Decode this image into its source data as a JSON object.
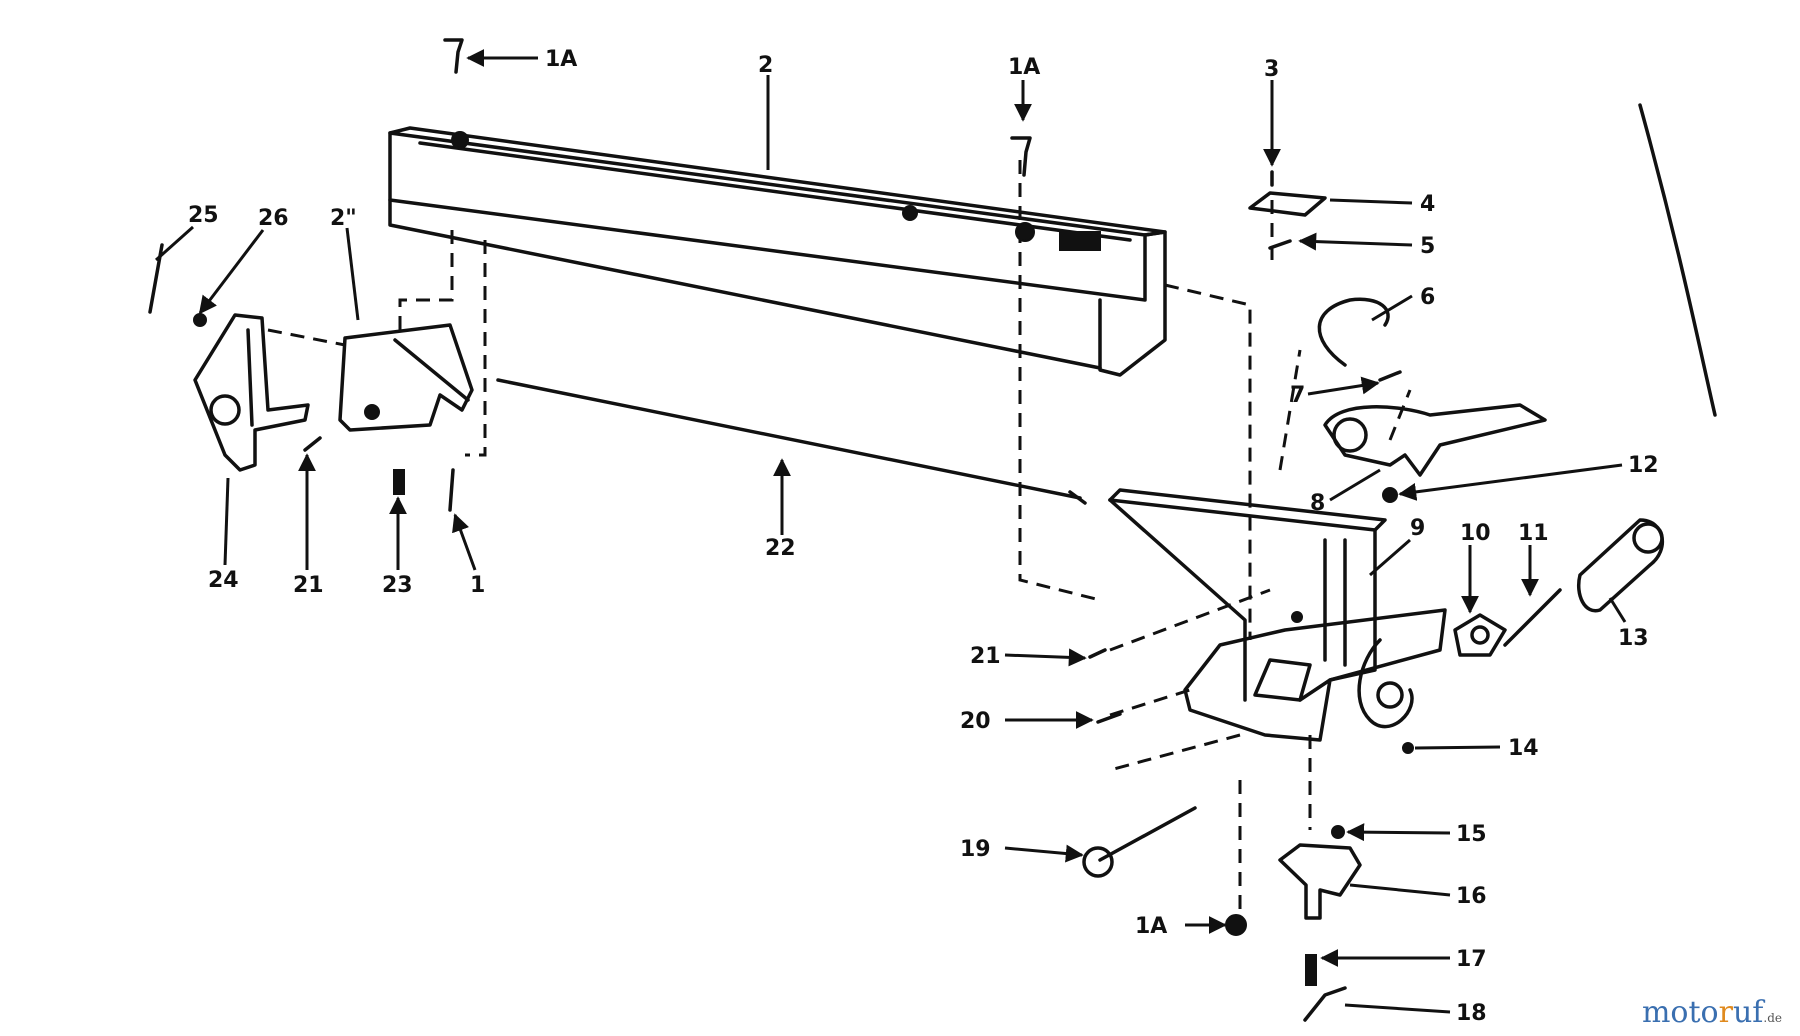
{
  "labels": {
    "l1A_top": "1A",
    "l1A_mid": "1A",
    "l1A_bottom": "1A",
    "l1": "1",
    "l2": "2",
    "l2b": "2\"",
    "l3": "3",
    "l4": "4",
    "l5": "5",
    "l6": "6",
    "l7": "7",
    "l8": "8",
    "l9": "9",
    "l10": "10",
    "l11": "11",
    "l12": "12",
    "l13": "13",
    "l14": "14",
    "l15": "15",
    "l16": "16",
    "l17": "17",
    "l18": "18",
    "l19": "19",
    "l20": "20",
    "l21a": "21",
    "l21b": "21",
    "l22": "22",
    "l23": "23",
    "l24": "24",
    "l25": "25",
    "l26": "26"
  },
  "brand": {
    "part1": "moto",
    "part2": "r",
    "part3": "uf",
    "suffix": ".de"
  }
}
